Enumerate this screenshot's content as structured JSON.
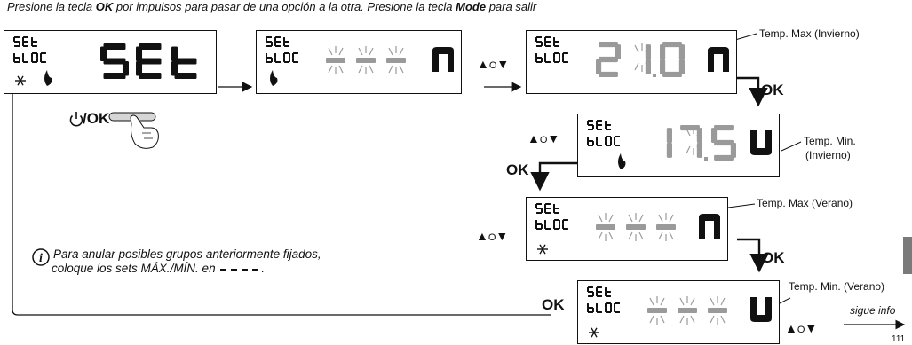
{
  "instruction": {
    "part1": "Presione la tecla ",
    "key_ok": "OK",
    "part2": " por impulsos para pasar de una opción a la otra. Presione la tecla ",
    "key_mode": "Mode",
    "part3": " para salir"
  },
  "labels": {
    "temp_max_invierno": "Temp. Max (Invierno)",
    "temp_min_invierno_1": "Temp. Min.",
    "temp_min_invierno_2": "(Invierno)",
    "temp_max_verano": "Temp. Max (Verano)",
    "temp_min_verano": "Temp. Min. (Verano)"
  },
  "ok_label": "OK",
  "power_ok_label": "/OK",
  "up_or_down": {
    "up": "▲",
    "o": "O",
    "down": "▼"
  },
  "note": {
    "line1": "Para anular posibles grupos anteriormente fijados,",
    "line2": "coloque los sets MÁX./MÍN. en"
  },
  "sigue_info": "sigue info",
  "page_number": "111",
  "displays": [
    {
      "id": "d1",
      "set": "SEt",
      "bloc": "bLOC",
      "main": "SEt"
    },
    {
      "id": "d2",
      "set": "SEt",
      "bloc": "bLOC",
      "main": "- - -",
      "mode": "n"
    },
    {
      "id": "d3",
      "set": "SEt",
      "bloc": "bLOC",
      "main": "21.0",
      "mode": "n"
    },
    {
      "id": "d4",
      "set": "SEt",
      "bloc": "bLOC",
      "main": "17.5",
      "mode": "u"
    },
    {
      "id": "d5",
      "set": "SEt",
      "bloc": "bLOC",
      "main": "- - -",
      "mode": "n"
    },
    {
      "id": "d6",
      "set": "SEt",
      "bloc": "bLOC",
      "main": "- - -",
      "mode": "u"
    }
  ],
  "colors": {
    "ink": "#111111",
    "flash": "#9a9a9a",
    "tab": "#7a7a7a"
  }
}
